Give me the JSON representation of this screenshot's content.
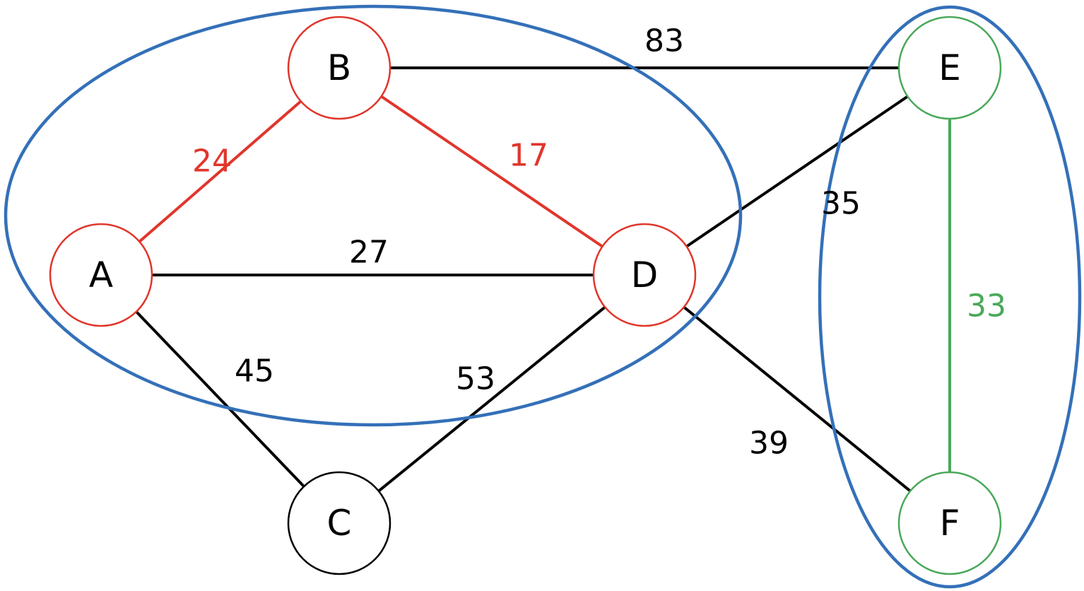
{
  "colors": {
    "background": "#ffffff",
    "default_edge": "#000000",
    "red_group": "#e0362c",
    "green_group": "#4aa85a",
    "cluster_outline": "#3470b8",
    "node_text": "#000000"
  },
  "nodes": [
    {
      "id": "A",
      "label": "A",
      "group": "red"
    },
    {
      "id": "B",
      "label": "B",
      "group": "red"
    },
    {
      "id": "C",
      "label": "C",
      "group": "default"
    },
    {
      "id": "D",
      "label": "D",
      "group": "red"
    },
    {
      "id": "E",
      "label": "E",
      "group": "green"
    },
    {
      "id": "F",
      "label": "F",
      "group": "green"
    }
  ],
  "edges": [
    {
      "from": "A",
      "to": "B",
      "weight": "24",
      "group": "red"
    },
    {
      "from": "B",
      "to": "D",
      "weight": "17",
      "group": "red"
    },
    {
      "from": "A",
      "to": "D",
      "weight": "27",
      "group": "default"
    },
    {
      "from": "A",
      "to": "C",
      "weight": "45",
      "group": "default"
    },
    {
      "from": "C",
      "to": "D",
      "weight": "53",
      "group": "default"
    },
    {
      "from": "B",
      "to": "E",
      "weight": "83",
      "group": "default"
    },
    {
      "from": "D",
      "to": "E",
      "weight": "35",
      "group": "default"
    },
    {
      "from": "D",
      "to": "F",
      "weight": "39",
      "group": "default"
    },
    {
      "from": "E",
      "to": "F",
      "weight": "33",
      "group": "green"
    }
  ],
  "clusters": [
    {
      "members": [
        "A",
        "B",
        "D"
      ]
    },
    {
      "members": [
        "E",
        "F"
      ]
    }
  ]
}
